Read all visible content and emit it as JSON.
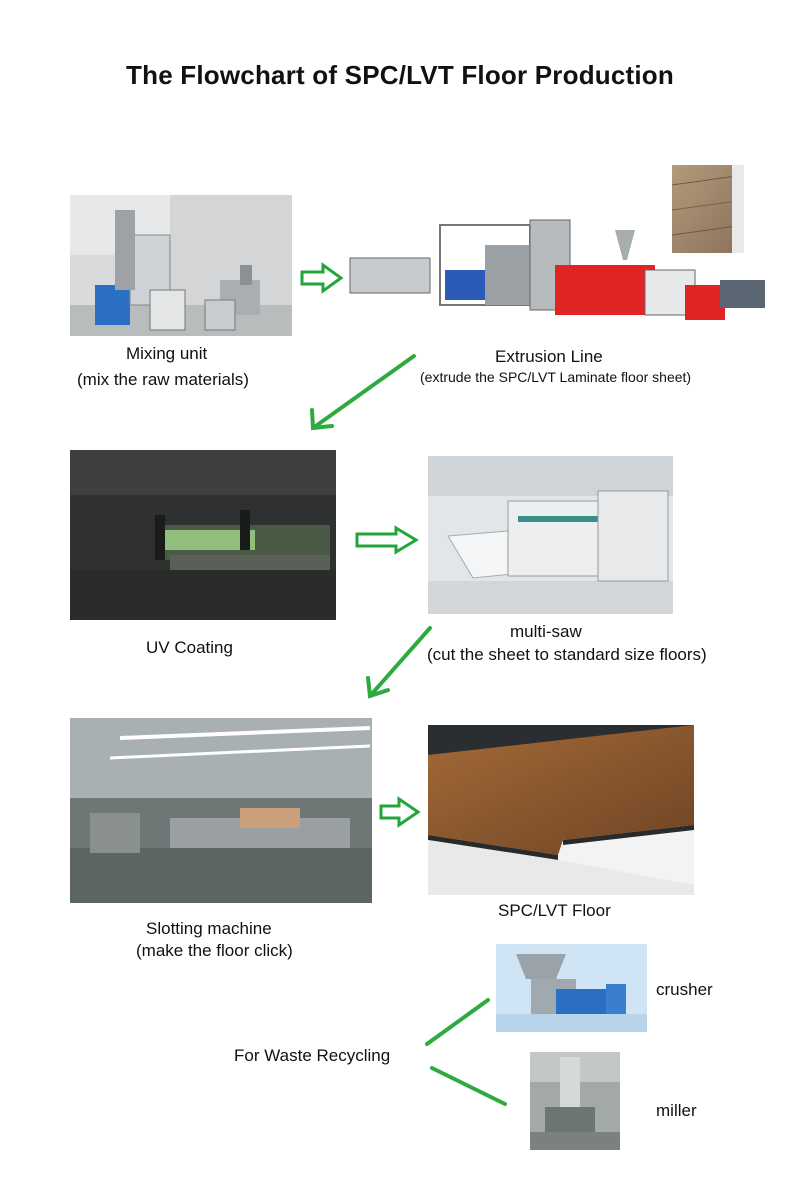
{
  "title": "The Flowchart of SPC/LVT Floor Production",
  "steps": {
    "mixing": {
      "name": "Mixing unit",
      "desc": "(mix the raw materials)"
    },
    "extrusion": {
      "name": "Extrusion Line",
      "desc": "(extrude the SPC/LVT Laminate floor sheet)"
    },
    "uv": {
      "name": "UV Coating"
    },
    "saw": {
      "name": "multi-saw",
      "desc": "(cut the sheet to standard size floors)"
    },
    "slotting": {
      "name": "Slotting machine",
      "desc": "(make the floor click)"
    },
    "floor": {
      "name": "SPC/LVT Floor"
    }
  },
  "recycling": {
    "label": "For Waste Recycling",
    "crusher": "crusher",
    "miller": "miller"
  },
  "colors": {
    "arrow": "#2eaa3f",
    "hollow_arrow": "#22a53a"
  }
}
